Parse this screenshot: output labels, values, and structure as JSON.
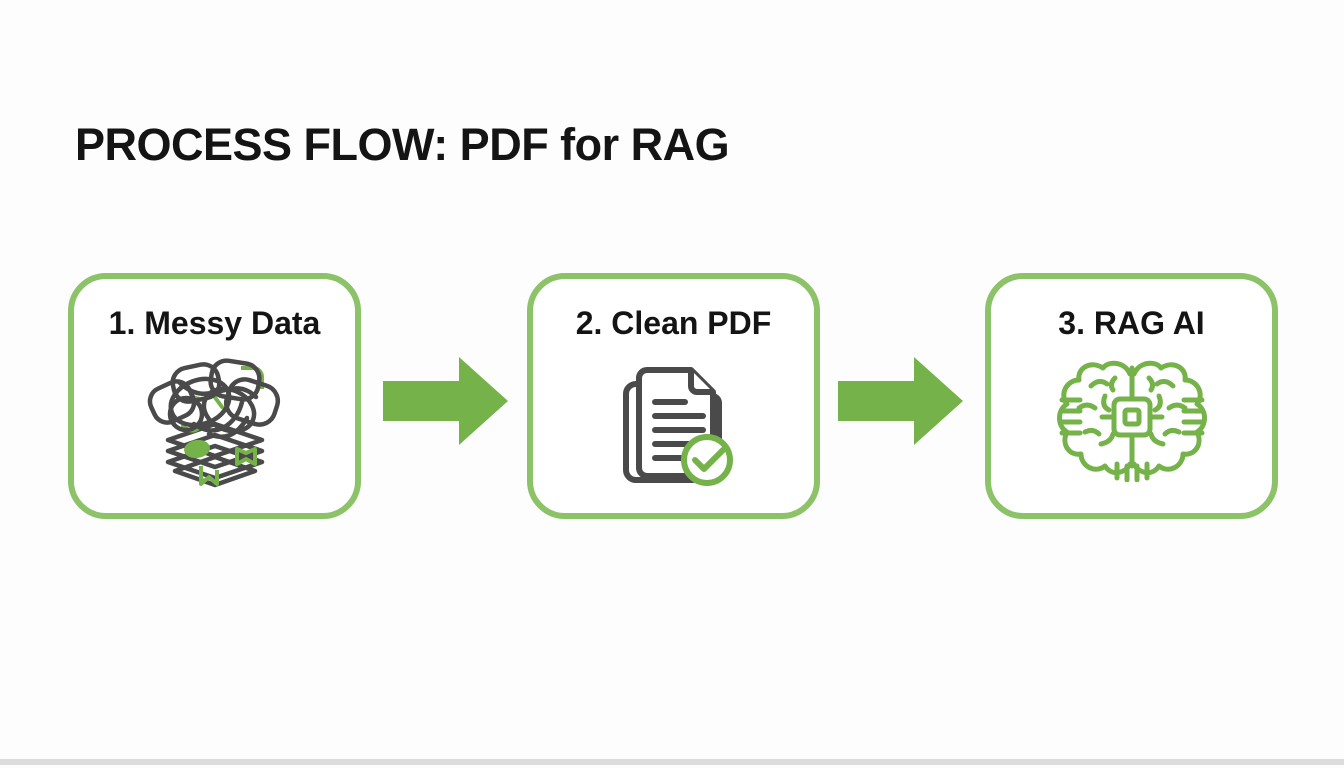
{
  "title": "PROCESS FLOW: PDF for RAG",
  "steps": [
    {
      "label": "1. Messy Data",
      "icon": "messy-data-tangle-icon"
    },
    {
      "label": "2. Clean PDF",
      "icon": "clean-pdf-document-check-icon"
    },
    {
      "label": "3. RAG AI",
      "icon": "rag-ai-brain-chip-icon"
    }
  ],
  "connectors": [
    {
      "type": "arrow-right"
    },
    {
      "type": "arrow-right"
    }
  ],
  "colors": {
    "accent_green": "#76b24a",
    "box_border_green": "#8cc268",
    "icon_gray": "#4a4a4a",
    "title_text": "#141414",
    "footer_bar": "#dcdcdc",
    "background": "#fdfdfd"
  }
}
